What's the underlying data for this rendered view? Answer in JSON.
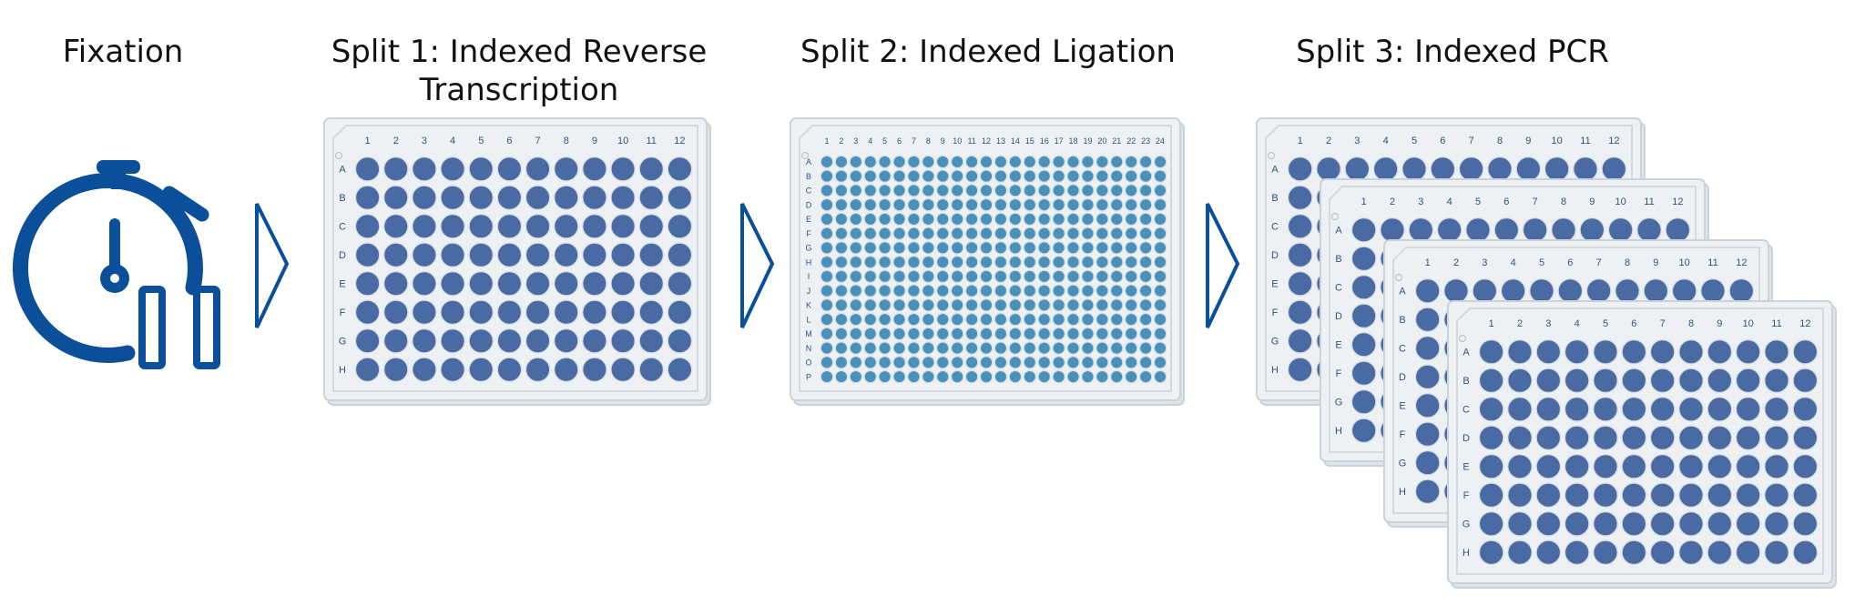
{
  "steps": [
    {
      "id": "fixation",
      "title": "Fixation"
    },
    {
      "id": "split1",
      "title_line1": "Split 1: Indexed Reverse",
      "title_line2": "Transcription"
    },
    {
      "id": "split2",
      "title": "Split 2: Indexed Ligation"
    },
    {
      "id": "split3",
      "title": "Split 3: Indexed PCR"
    }
  ],
  "plate96": {
    "columns": [
      "1",
      "2",
      "3",
      "4",
      "5",
      "6",
      "7",
      "8",
      "9",
      "10",
      "11",
      "12"
    ],
    "rows": [
      "A",
      "B",
      "C",
      "D",
      "E",
      "F",
      "G",
      "H"
    ]
  },
  "plate384": {
    "columns": [
      "1",
      "2",
      "3",
      "4",
      "5",
      "6",
      "7",
      "8",
      "9",
      "10",
      "11",
      "12",
      "13",
      "14",
      "15",
      "16",
      "17",
      "18",
      "19",
      "20",
      "21",
      "22",
      "23",
      "24"
    ],
    "rows": [
      "A",
      "B",
      "C",
      "D",
      "E",
      "F",
      "G",
      "H",
      "I",
      "J",
      "K",
      "L",
      "M",
      "N",
      "O",
      "P"
    ]
  },
  "split3_plate_count": 4,
  "colors": {
    "accent": "#0b4f9a",
    "well96": "#4a6aa3",
    "well384": "#4a90bd",
    "plate_fill": "#eef1f3",
    "plate_edge": "#c9d3d9"
  },
  "icons": {
    "fixation": "stopwatch-icon",
    "arrow": "chevron-right-arrow-icon"
  }
}
